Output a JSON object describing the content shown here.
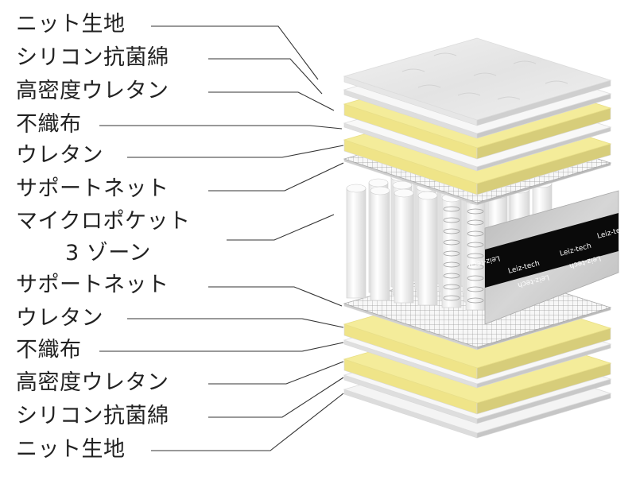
{
  "labels": {
    "top": [
      "ニット生地",
      "シリコン抗菌綿",
      "高密度ウレタン",
      "不織布",
      "ウレタン",
      "サポートネット",
      "マイクロポケット"
    ],
    "zone": "3 ゾーン",
    "bottom": [
      "サポートネット",
      "ウレタン",
      "不織布",
      "高密度ウレタン",
      "シリコン抗菌綿",
      "ニット生地"
    ]
  },
  "brand_text": "Leiz-tech",
  "colors": {
    "foam_yellow": "#f4ec9a",
    "white_layer": "#f2f2f2",
    "knit_top": "#e9e9e9",
    "side_panel": "#c9c9c9",
    "band": "#0a0a0a",
    "line": "#333333",
    "text": "#222222"
  }
}
